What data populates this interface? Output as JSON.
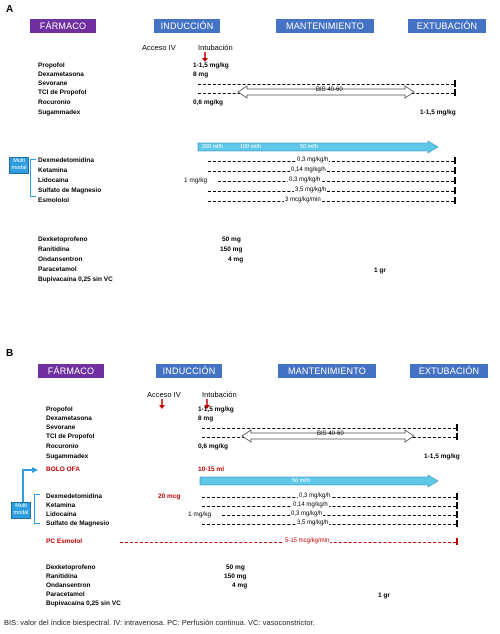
{
  "colors": {
    "purple": "#7030a0",
    "blue": "#4472c4",
    "cyan": "#5fc8e8",
    "red": "#c00000"
  },
  "panelA": {
    "label": "A",
    "headers": {
      "drug": "FÁRMACO",
      "induction": "INDUCCIÓN",
      "maintenance": "MANTENIMIENTO",
      "extubation": "EXTUBACIÓN"
    },
    "acceso": "Acceso IV",
    "intubacion": "Intubación",
    "drugs": [
      "Propofol",
      "Dexametasona",
      "Sevorane",
      "TCI de Propofol",
      "Rocuronio",
      "Sugammadex"
    ],
    "doses": {
      "propofol": "1-1,5 mg/kg",
      "dexametasona": "8 mg",
      "rocuronio": "0,6 mg/kg",
      "sugammadex": "1-1,5 mg/kg",
      "bis": "BIS 40-60"
    },
    "infusion_rates": [
      "200 ml/h",
      "100 ml/h",
      "50 ml/h"
    ],
    "multimodal": "Multi modal",
    "mm_drugs": [
      "Dexmedetomidina",
      "Ketamina",
      "Lidocaína",
      "Sulfato de Magnesio",
      "Esmololol"
    ],
    "mm_doses": [
      "0,3 mg/kg/h",
      "0,14 mg/kg/h",
      "0,3 mg/kg/h",
      "3,5 mg/kg/h",
      "3 mcg/kg/min"
    ],
    "lidocaina_bolus": "1 mg/kg",
    "end_drugs": [
      "Dexketoprofeno",
      "Ranitidina",
      "Ondansentron",
      "Paracetamol",
      "Bupivacaína 0,25 sin VC"
    ],
    "end_doses": [
      "50 mg",
      "150 mg",
      "4 mg"
    ],
    "paracetamol_dose": "1 gr"
  },
  "panelB": {
    "label": "B",
    "headers": {
      "drug": "FÁRMACO",
      "induction": "INDUCCIÓN",
      "maintenance": "MANTENIMIENTO",
      "extubation": "EXTUBACIÓN"
    },
    "acceso": "Acceso IV",
    "intubacion": "Intubación",
    "drugs": [
      "Propofol",
      "Dexametasona",
      "Sevorane",
      "TCI de Propofol",
      "Rocuronio",
      "Sugammadex"
    ],
    "doses": {
      "propofol": "1-1,5 mg/kg",
      "dexametasona": "8 mg",
      "rocuronio": "0,6 mg/kg",
      "sugammadex": "1-1,5 mg/kg",
      "bis": "BIS 40-60"
    },
    "bolo_ofa": "BOLO OFA",
    "bolo_ofa_dose": "10-15 ml",
    "infusion_rate": "50 ml/h",
    "multimodal": "Multi modal",
    "dexmed_bolus": "20 mcg",
    "mm_drugs": [
      "Dexmedetomidina",
      "Ketamina",
      "Lidocaína",
      "Sulfato de Magnesio"
    ],
    "mm_doses": [
      "0,3 mg/kg/h",
      "0,14 mg/kg/h",
      "0,3 mg/kg/h",
      "3,5 mg/kg/h"
    ],
    "lidocaina_bolus": "1 mg/kg",
    "pc_esmolol": "PC Esmolol",
    "pc_esmolol_dose": "5-15 mcg/kg/min",
    "end_drugs": [
      "Dexketoprofeno",
      "Ranitidina",
      "Ondansentron",
      "Paracetamol",
      "Bupivacaína 0,25 sin VC"
    ],
    "end_doses": [
      "50 mg",
      "150 mg",
      "4 mg"
    ],
    "paracetamol_dose": "1 gr"
  },
  "footer": "BIS: valor del índice biespectral. IV: intravenosa. PC: Perfusión continua. VC: vasoconstrictor."
}
